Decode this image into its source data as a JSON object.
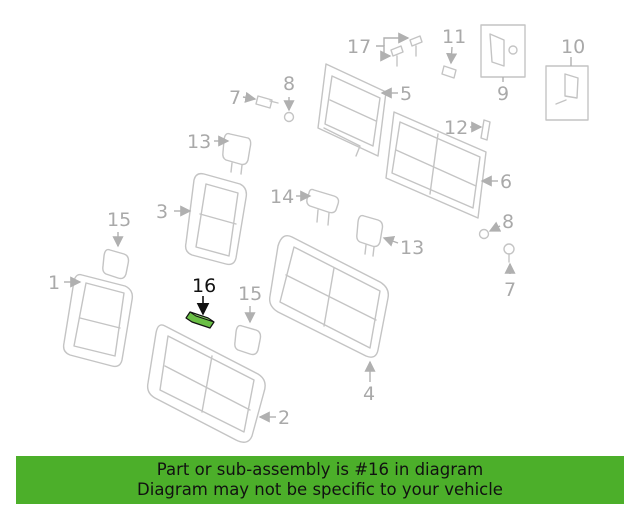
{
  "callouts": {
    "c1": "1",
    "c2": "2",
    "c3": "3",
    "c4": "4",
    "c5": "5",
    "c6": "6",
    "c7a": "7",
    "c7b": "7",
    "c8a": "8",
    "c8b": "8",
    "c9": "9",
    "c10": "10",
    "c11": "11",
    "c12": "12",
    "c13a": "13",
    "c13b": "13",
    "c14": "14",
    "c15a": "15",
    "c15b": "15",
    "c16": "16",
    "c17": "17"
  },
  "highlight_color": "#6abf45",
  "banner": {
    "line1": "Part or sub-assembly is #16 in diagram",
    "line2": "Diagram may not be specific to your vehicle",
    "color": "#4caf2a"
  }
}
